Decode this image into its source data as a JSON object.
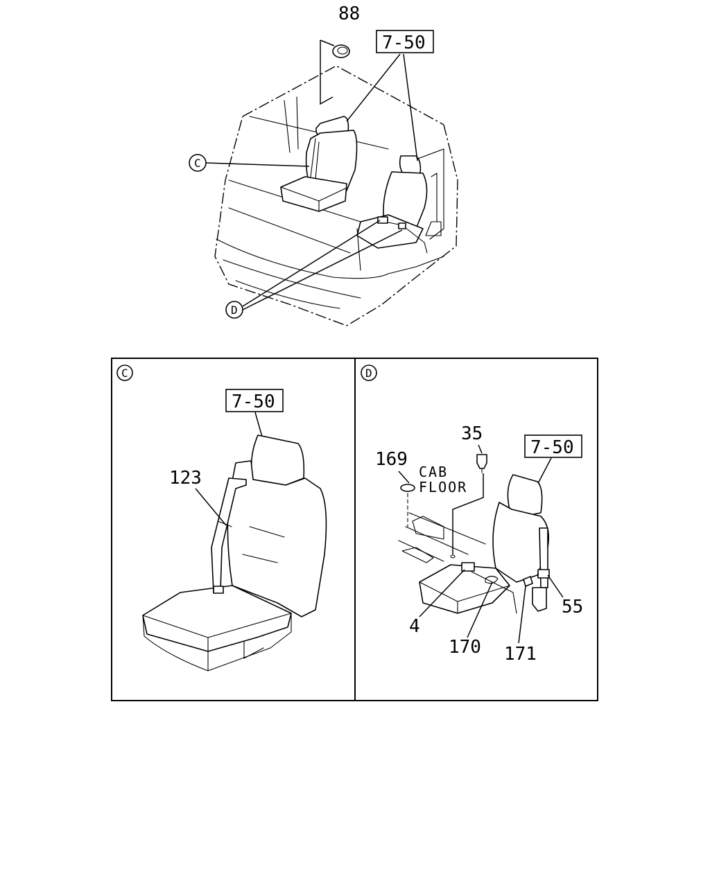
{
  "overview": {
    "callouts": {
      "grommet": "88",
      "seat_ref": "7-50",
      "detail_c": "C",
      "detail_d": "D"
    }
  },
  "panel_c": {
    "tag": "C",
    "seat_ref": "7-50",
    "belt": "123"
  },
  "panel_d": {
    "tag": "D",
    "seat_ref": "7-50",
    "floor_label_1": "CAB",
    "floor_label_2": "FLOOR",
    "callouts": [
      "35",
      "169",
      "4",
      "170",
      "171",
      "55"
    ]
  }
}
